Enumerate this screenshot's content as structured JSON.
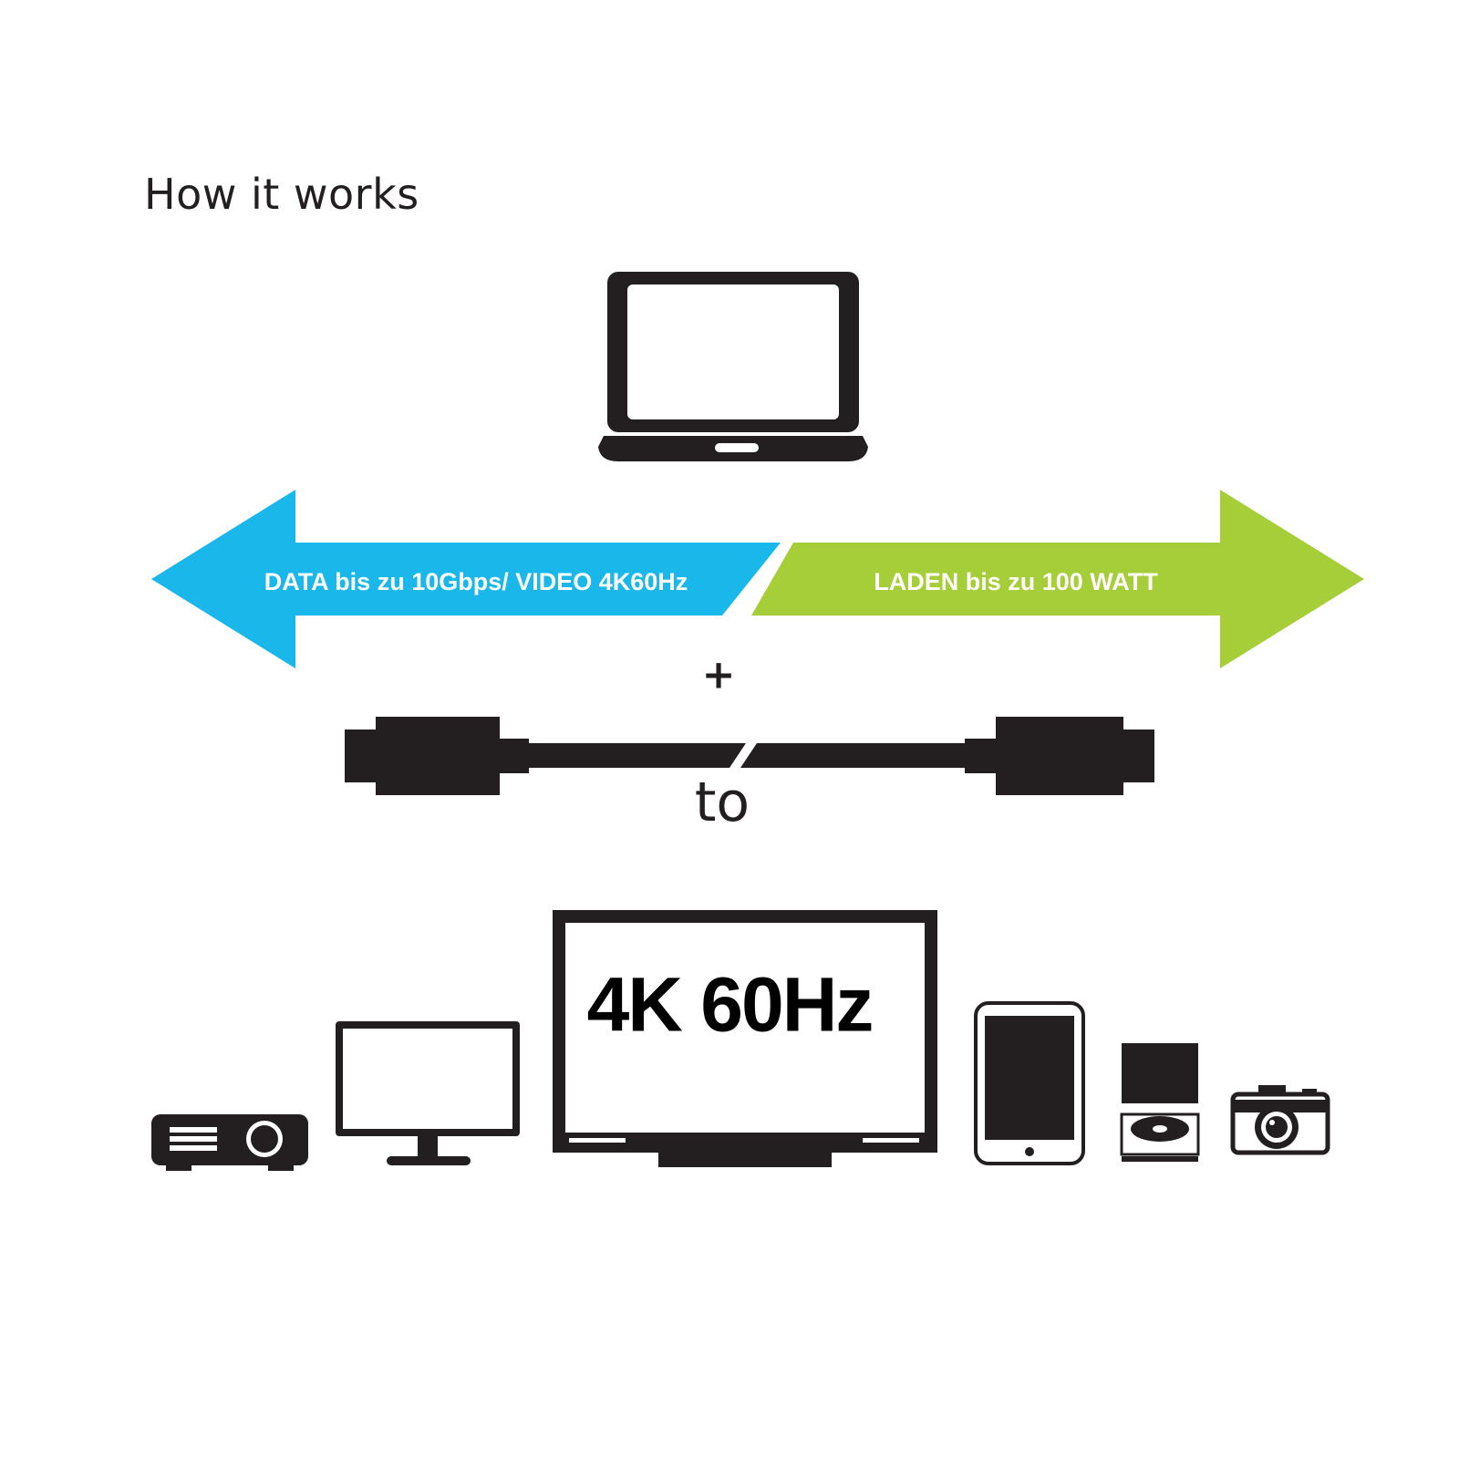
{
  "title": "How it works",
  "arrows": {
    "left_label": "DATA bis zu 10Gbps/ VIDEO 4K60Hz",
    "right_label": "LADEN bis zu 100 WATT",
    "left_color": "#1ab7ea",
    "right_color": "#a6ce39"
  },
  "plus": "+",
  "to": "to",
  "tv_label": "4K 60Hz",
  "icons": {
    "source": "laptop-icon",
    "cable": "usb-c-cable-icon",
    "targets": [
      "projector-icon",
      "monitor-icon",
      "tv-icon",
      "tablet-icon",
      "disc-player-icon",
      "camera-icon"
    ]
  }
}
